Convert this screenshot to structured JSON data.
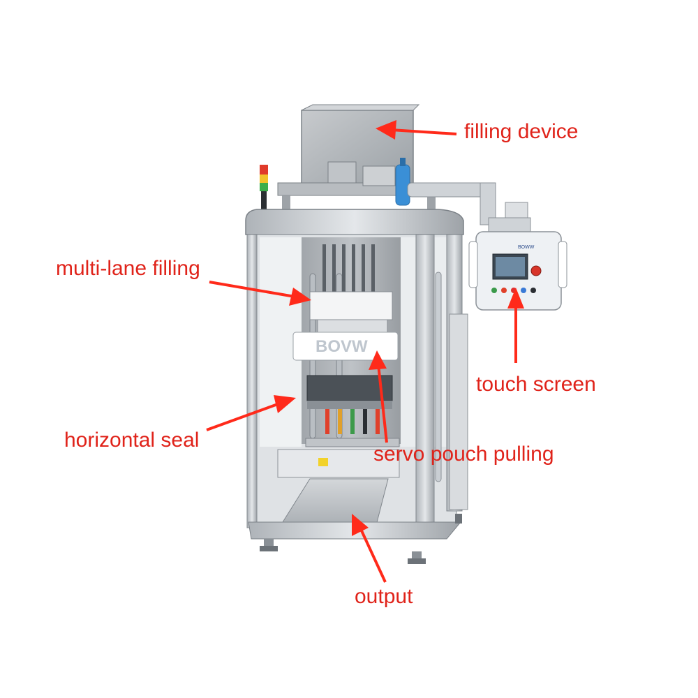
{
  "labels": {
    "filling_device": "filling device",
    "multi_lane_filling": "multi-lane filling",
    "touch_screen": "touch screen",
    "horizontal_seal": "horizontal seal",
    "servo_pouch_pulling": "servo pouch pulling",
    "output": "output"
  },
  "brand": {
    "logo_text": "BOVW",
    "panel_logo_text": "BOWW"
  },
  "colors": {
    "callout": "#ff2a1a",
    "label_text": "#e0231a",
    "steel": "#c9ccd0",
    "steel_dark": "#8e9399",
    "panel": "#eef1f4",
    "bottle": "#3a8fd6"
  }
}
